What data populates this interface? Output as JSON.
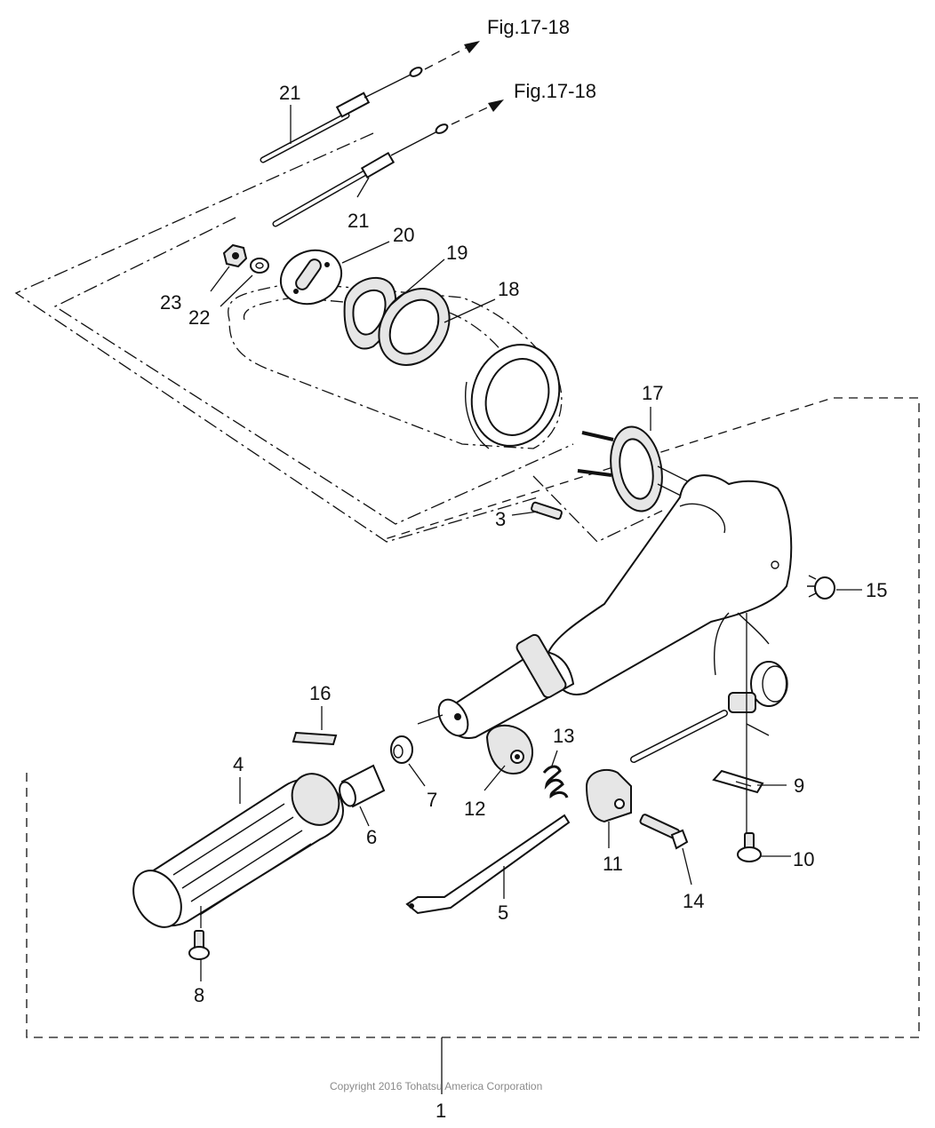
{
  "references": {
    "upper": "Fig.17-18",
    "lower": "Fig.17-18"
  },
  "callouts": {
    "p1": "1",
    "p3": "3",
    "p4": "4",
    "p5": "5",
    "p6": "6",
    "p7": "7",
    "p8": "8",
    "p9": "9",
    "p10": "10",
    "p11": "11",
    "p12": "12",
    "p13": "13",
    "p14": "14",
    "p15": "15",
    "p16": "16",
    "p17": "17",
    "p18": "18",
    "p19": "19",
    "p20": "20",
    "p21a": "21",
    "p21b": "21",
    "p22": "22",
    "p23": "23"
  },
  "copyright": "Copyright 2016 Tohatsu America Corporation"
}
